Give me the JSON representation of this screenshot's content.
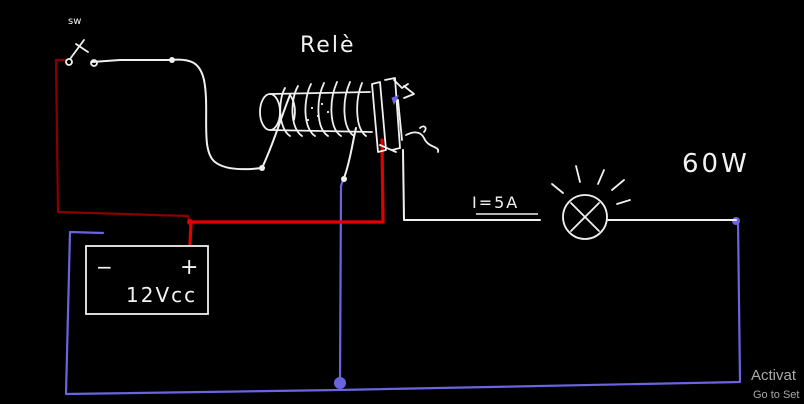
{
  "labels": {
    "switch": "sw",
    "relay": "Relè",
    "battery_minus": "−",
    "battery_plus": "+",
    "battery_voltage": "12Vcc",
    "current": "I=5A",
    "lamp_power": "60W"
  },
  "watermark": {
    "title": "Activat",
    "subtitle": "Go to Set"
  },
  "colors": {
    "background": "#000000",
    "wire_white": "#f0f0f0",
    "wire_red": "#e00000",
    "wire_dark_red": "#8a0000",
    "wire_blue": "#6a64e0"
  }
}
